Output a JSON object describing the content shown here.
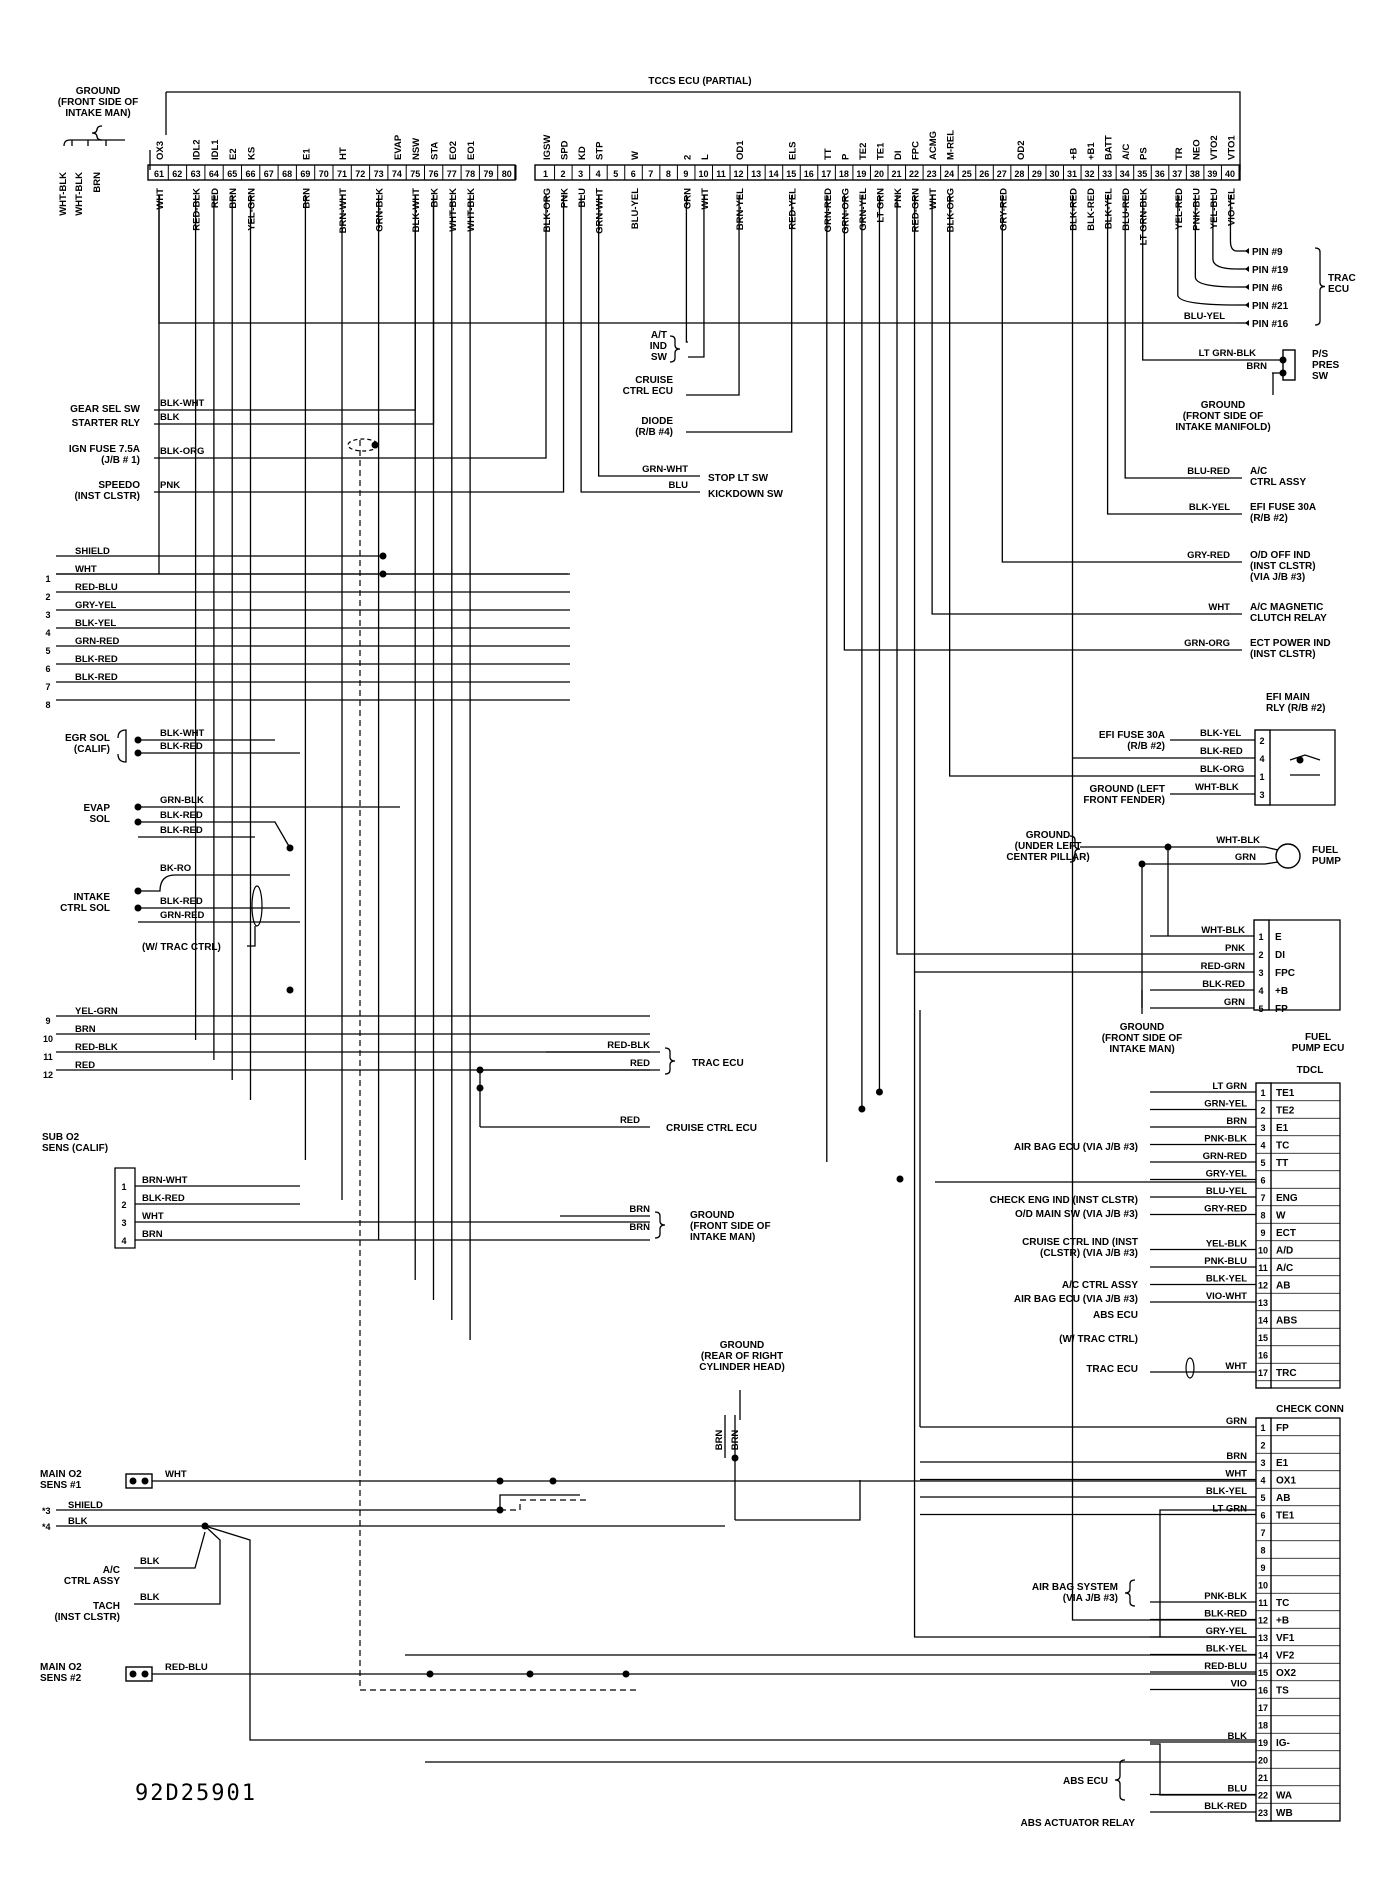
{
  "diagram_id": "92D25901",
  "ecu_title": "TCCS ECU (PARTIAL)",
  "ground_top": [
    "GROUND",
    "(FRONT SIDE OF",
    "INTAKE MAN)"
  ],
  "left_pins": [
    "61",
    "62",
    "63",
    "64",
    "65",
    "66",
    "67",
    "68",
    "69",
    "70",
    "71",
    "72",
    "73",
    "74",
    "75",
    "76",
    "77",
    "78",
    "79",
    "80"
  ],
  "left_terms": [
    "OX3",
    "",
    "IDL2",
    "IDL1",
    "E2",
    "KS",
    "",
    "",
    "E1",
    "",
    "HT",
    "",
    "",
    "EVAP",
    "NSW",
    "STA",
    "EO2",
    "EO1",
    "",
    ""
  ],
  "left_wires": [
    "WHT",
    "",
    "RED-BLK",
    "RED",
    "BRN",
    "YEL-GRN",
    "",
    "",
    "BRN",
    "",
    "BRN-WHT",
    "",
    "GRN-BLK",
    "",
    "BLK-WHT",
    "BLK",
    "WHT-BLK",
    "WHT-BLK",
    "",
    ""
  ],
  "right_pins": [
    "1",
    "2",
    "3",
    "4",
    "5",
    "6",
    "7",
    "8",
    "9",
    "10",
    "11",
    "12",
    "13",
    "14",
    "15",
    "16",
    "17",
    "18",
    "19",
    "20",
    "21",
    "22",
    "23",
    "24",
    "25",
    "26",
    "27",
    "28",
    "29",
    "30",
    "31",
    "32",
    "33",
    "34",
    "35",
    "36",
    "37",
    "38",
    "39",
    "40"
  ],
  "right_terms": [
    "IGSW",
    "SPD",
    "KD",
    "STP",
    "",
    "W",
    "",
    "",
    "2",
    "L",
    "",
    "OD1",
    "",
    "",
    "ELS",
    "",
    "TT",
    "P",
    "TE2",
    "TE1",
    "DI",
    "FPC",
    "ACMG",
    "M-REL",
    "",
    "",
    "",
    "OD2",
    "",
    "",
    "+B",
    "+B1",
    "BATT",
    "A/C",
    "PS",
    "",
    "TR",
    "NEO",
    "VTO2",
    "VTO1"
  ],
  "right_wires": [
    "BLK-ORG",
    "PNK",
    "BLU",
    "GRN-WHT",
    "",
    "BLU-YEL",
    "",
    "",
    "GRN",
    "WHT",
    "",
    "BRN-YEL",
    "",
    "",
    "RED-YEL",
    "",
    "GRN-RED",
    "GRN-ORG",
    "GRN-YEL",
    "LT GRN",
    "PNK",
    "RED-GRN",
    "WHT",
    "BLK-ORG",
    "",
    "",
    "GRY-RED",
    "",
    "",
    "",
    "BLK-RED",
    "BLK-RED",
    "BLK-YEL",
    "BLU-RED",
    "LT GRN-BLK",
    "",
    "YEL-RED",
    "PNK-BLU",
    "YEL-BLU",
    "VIO-YEL"
  ],
  "left_wires_vertical": [
    "WHT-BLK",
    "WHT-BLK",
    "BRN"
  ],
  "trac_pins": [
    "PIN #9",
    "PIN #19",
    "PIN #6",
    "PIN #21",
    "PIN #16"
  ],
  "trac_ecu": "TRAC ECU",
  "labels": {
    "at_ind_sw": [
      "A/T",
      "IND",
      "SW"
    ],
    "cruise_ctrl_ecu": [
      "CRUISE",
      "CTRL ECU"
    ],
    "diode": [
      "DIODE",
      "(R/B #4)"
    ],
    "gear_sel_sw": "GEAR SEL SW",
    "starter_rly": "STARTER RLY",
    "ign_fuse": [
      "IGN FUSE 7.5A",
      "(J/B # 1)"
    ],
    "speedo": [
      "SPEEDO",
      "(INST CLSTR)"
    ],
    "stop_lt_sw": "STOP LT SW",
    "kickdown_sw": "KICKDOWN SW",
    "ps_pres_sw": [
      "P/S",
      "PRES",
      "SW"
    ],
    "ground_intake_manifold": [
      "GROUND",
      "(FRONT SIDE OF",
      "INTAKE MANIFOLD)"
    ],
    "ac_ctrl_assy": [
      "A/C",
      "CTRL ASSY"
    ],
    "efi_fuse": [
      "EFI FUSE 30A",
      "(R/B #2)"
    ],
    "od_off_ind": [
      "O/D OFF IND",
      "(INST CLSTR)",
      "(VIA J/B #3)"
    ],
    "ac_mag_clutch": [
      "A/C MAGNETIC",
      "CLUTCH RELAY"
    ],
    "ect_power_ind": [
      "ECT POWER IND",
      "(INST CLSTR)"
    ],
    "efi_main_rly": [
      "EFI MAIN",
      "RLY (R/B #2)"
    ],
    "efi_fuse_30a": [
      "EFI FUSE 30A",
      "(R/B #2)"
    ],
    "ground_left_fender": [
      "GROUND (LEFT",
      "FRONT FENDER)"
    ],
    "ground_center_pillar": [
      "GROUND",
      "(UNDER LEFT",
      "CENTER PILLAR)"
    ],
    "fuel_pump": [
      "FUEL",
      "PUMP"
    ],
    "fuel_pump_ecu": [
      "FUEL",
      "PUMP ECU"
    ],
    "ground_intake_man2": [
      "GROUND",
      "(FRONT SIDE OF",
      "INTAKE MAN)"
    ],
    "trac_ecu2": "TRAC ECU",
    "cruise_ctrl_ecu2": "CRUISE CTRL ECU",
    "ground_intake_man3": [
      "GROUND",
      "(FRONT SIDE OF",
      "INTAKE MAN)"
    ],
    "egr_sol": [
      "EGR SOL",
      "(CALIF)"
    ],
    "evap_sol": [
      "EVAP",
      "SOL"
    ],
    "intake_ctrl_sol": [
      "INTAKE",
      "CTRL SOL"
    ],
    "w_trac_ctrl": "(W/ TRAC CTRL)",
    "sub_o2": [
      "SUB O2",
      "SENS (CALIF)"
    ],
    "ground_rear": [
      "GROUND",
      "(REAR OF RIGHT",
      "CYLINDER HEAD)"
    ],
    "main_o2_1": [
      "MAIN O2",
      "SENS #1"
    ],
    "main_o2_2": [
      "MAIN O2",
      "SENS #2"
    ],
    "ac_ctrl_assy2": [
      "A/C",
      "CTRL ASSY"
    ],
    "tach": [
      "TACH",
      "(INST CLSTR)"
    ],
    "tdcl": "TDCL",
    "check_conn": "CHECK CONN",
    "air_bag_ecu": "AIR BAG ECU (VIA J/B #3)",
    "check_eng_ind": "CHECK ENG IND (INST CLSTR)",
    "od_main_sw": "O/D MAIN SW (VIA J/B #3)",
    "cruise_ctrl_ind": [
      "CRUISE CTRL IND (INST",
      "(CLSTR) (VIA J/B #3)"
    ],
    "ac_ctrl_assy3": "A/C CTRL ASSY",
    "air_bag_ecu2": "AIR BAG ECU (VIA J/B #3)",
    "abs_ecu": "ABS ECU",
    "w_trac_ctrl2": "(W/ TRAC CTRL)",
    "trac_ecu3": "TRAC ECU",
    "air_bag_system": [
      "AIR BAG SYSTEM",
      "(VIA J/B #3)"
    ],
    "abs_ecu2": "ABS ECU",
    "abs_actuator": "ABS ACTUATOR RELAY"
  },
  "harness_left": [
    {
      "num": "",
      "wire": "SHIELD"
    },
    {
      "num": "1",
      "wire": "WHT"
    },
    {
      "num": "2",
      "wire": "RED-BLU"
    },
    {
      "num": "3",
      "wire": "GRY-YEL"
    },
    {
      "num": "4",
      "wire": "BLK-YEL"
    },
    {
      "num": "5",
      "wire": "GRN-RED"
    },
    {
      "num": "6",
      "wire": "BLK-RED"
    },
    {
      "num": "7",
      "wire": "BLK-RED"
    },
    {
      "num": "8",
      "wire": ""
    }
  ],
  "harness_left2": [
    {
      "num": "9",
      "wire": "YEL-GRN"
    },
    {
      "num": "10",
      "wire": "BRN"
    },
    {
      "num": "11",
      "wire": "RED-BLK"
    },
    {
      "num": "12",
      "wire": "RED"
    }
  ],
  "misc_wires": {
    "gear_sel": "BLK-WHT",
    "starter": "BLK",
    "ign": "BLK-ORG",
    "speedo": "PNK",
    "stop": "GRN-WHT",
    "kick": "BLU",
    "ps1": "LT GRN-BLK",
    "ps2": "BRN",
    "ac": "BLU-RED",
    "efi": "BLK-YEL",
    "od": "GRY-RED",
    "acmag": "WHT",
    "ect": "GRN-ORG",
    "trac_blu_yel": "BLU-YEL",
    "efi_r1": "BLK-YEL",
    "efi_r2": "BLK-RED",
    "efi_r3": "BLK-ORG",
    "efi_r4": "WHT-BLK",
    "fp1": "WHT-BLK",
    "fp2": "GRN",
    "egr1": "BLK-WHT",
    "egr2": "BLK-RED",
    "evap1": "GRN-BLK",
    "evap2": "BLK-RED",
    "evap3": "BLK-RED",
    "ic1": "BK-RO",
    "ic2": "BLK-RED",
    "ic3": "GRN-RED",
    "trac_red_blk": "RED-BLK",
    "trac_red": "RED",
    "cruise_red": "RED",
    "sub1": "BRN-WHT",
    "sub2": "BLK-RED",
    "sub3": "WHT",
    "sub4": "BRN",
    "gnd_brn1": "BRN",
    "gnd_brn2": "BRN",
    "mo2_1": "WHT",
    "shield2": "SHIELD",
    "blk2": "BLK",
    "ac_blk": "BLK",
    "tach_blk": "BLK",
    "mo2_2": "RED-BLU",
    "rear_brn1": "BRN",
    "rear_brn2": "BRN"
  },
  "fp_ecu_pins": [
    {
      "n": "1",
      "t": "E",
      "w": "WHT-BLK"
    },
    {
      "n": "2",
      "t": "DI",
      "w": "PNK"
    },
    {
      "n": "3",
      "t": "FPC",
      "w": "RED-GRN"
    },
    {
      "n": "4",
      "t": "+B",
      "w": "BLK-RED"
    },
    {
      "n": "5",
      "t": "FP",
      "w": "GRN"
    }
  ],
  "efi_rly_pins": [
    "2",
    "4",
    "1",
    "3"
  ],
  "tdcl_pins": [
    {
      "n": "1",
      "t": "TE1",
      "w": "LT GRN"
    },
    {
      "n": "2",
      "t": "TE2",
      "w": "GRN-YEL"
    },
    {
      "n": "3",
      "t": "E1",
      "w": "BRN"
    },
    {
      "n": "4",
      "t": "TC",
      "w": "PNK-BLK"
    },
    {
      "n": "5",
      "t": "TT",
      "w": "GRN-RED"
    },
    {
      "n": "6",
      "t": "",
      "w": "GRY-YEL"
    },
    {
      "n": "7",
      "t": "ENG",
      "w": "BLU-YEL"
    },
    {
      "n": "8",
      "t": "W",
      "w": "GRY-RED"
    },
    {
      "n": "9",
      "t": "ECT",
      "w": ""
    },
    {
      "n": "10",
      "t": "A/D",
      "w": "YEL-BLK"
    },
    {
      "n": "11",
      "t": "A/C",
      "w": "PNK-BLU"
    },
    {
      "n": "12",
      "t": "AB",
      "w": "BLK-YEL"
    },
    {
      "n": "13",
      "t": "",
      "w": "VIO-WHT"
    },
    {
      "n": "14",
      "t": "ABS",
      "w": ""
    },
    {
      "n": "15",
      "t": "",
      "w": ""
    },
    {
      "n": "16",
      "t": "",
      "w": ""
    },
    {
      "n": "17",
      "t": "TRC",
      "w": "WHT"
    }
  ],
  "check_pins": [
    {
      "n": "1",
      "t": "FP",
      "w": "GRN"
    },
    {
      "n": "2",
      "t": "",
      "w": ""
    },
    {
      "n": "3",
      "t": "E1",
      "w": "BRN"
    },
    {
      "n": "4",
      "t": "OX1",
      "w": "WHT"
    },
    {
      "n": "5",
      "t": "AB",
      "w": "BLK-YEL"
    },
    {
      "n": "6",
      "t": "TE1",
      "w": "LT GRN"
    },
    {
      "n": "7",
      "t": "",
      "w": ""
    },
    {
      "n": "8",
      "t": "",
      "w": ""
    },
    {
      "n": "9",
      "t": "",
      "w": ""
    },
    {
      "n": "10",
      "t": "",
      "w": ""
    },
    {
      "n": "11",
      "t": "TC",
      "w": "PNK-BLK"
    },
    {
      "n": "12",
      "t": "+B",
      "w": "BLK-RED"
    },
    {
      "n": "13",
      "t": "VF1",
      "w": "GRY-YEL"
    },
    {
      "n": "14",
      "t": "VF2",
      "w": "BLK-YEL"
    },
    {
      "n": "15",
      "t": "OX2",
      "w": "RED-BLU"
    },
    {
      "n": "16",
      "t": "TS",
      "w": "VIO"
    },
    {
      "n": "17",
      "t": "",
      "w": ""
    },
    {
      "n": "18",
      "t": "",
      "w": ""
    },
    {
      "n": "19",
      "t": "IG-",
      "w": "BLK"
    },
    {
      "n": "20",
      "t": "",
      "w": ""
    },
    {
      "n": "21",
      "t": "",
      "w": ""
    },
    {
      "n": "22",
      "t": "WA",
      "w": "BLU"
    },
    {
      "n": "23",
      "t": "WB",
      "w": "BLK-RED"
    }
  ],
  "sub_o2_pins": [
    "1",
    "2",
    "3",
    "4"
  ],
  "harness_extra": [
    {
      "num": "*3",
      "wire": "SHIELD"
    },
    {
      "num": "*4",
      "wire": "BLK"
    }
  ]
}
